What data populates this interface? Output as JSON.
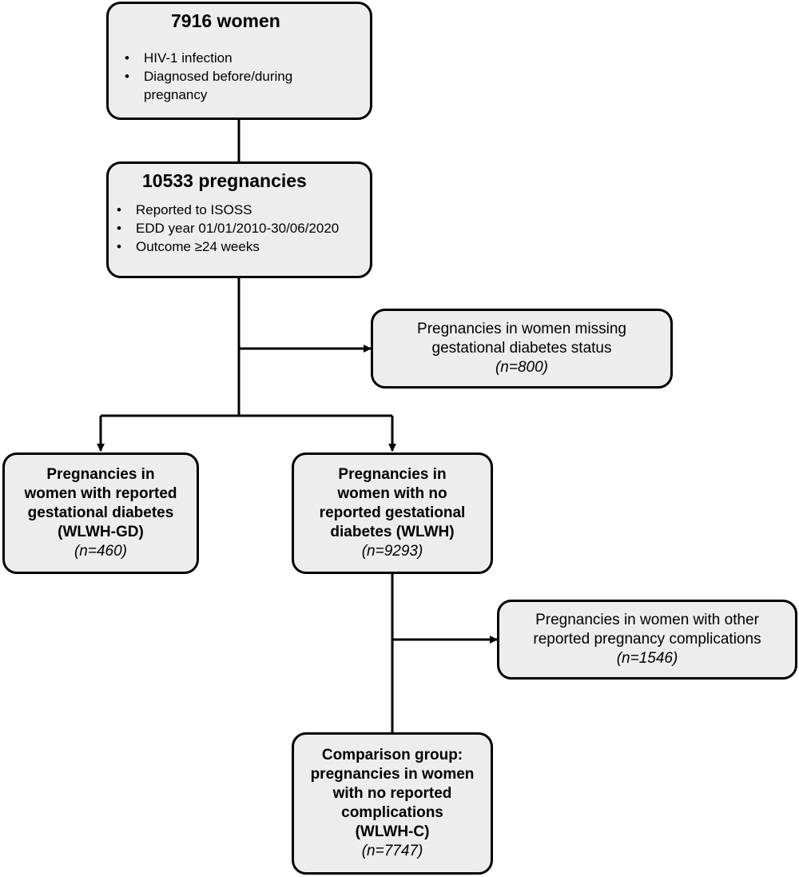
{
  "boxes": {
    "women": {
      "title": "7916 women",
      "bullets": [
        "HIV-1 infection",
        "Diagnosed before/during pregnancy"
      ]
    },
    "pregnancies": {
      "title": "10533 pregnancies",
      "bullets": [
        "Reported to ISOSS",
        "EDD year 01/01/2010-30/06/2020",
        "Outcome ≥24 weeks"
      ]
    },
    "missing": {
      "line1": "Pregnancies in women missing",
      "line2": "gestational diabetes status",
      "n": "(n=800)"
    },
    "gd": {
      "line1": "Pregnancies in",
      "line2": "women with reported",
      "line3": "gestational diabetes",
      "line4": "(WLWH-GD)",
      "n": "(n=460)"
    },
    "nogd": {
      "line1": "Pregnancies in",
      "line2": "women with no",
      "line3": "reported gestational",
      "line4": "diabetes (WLWH)",
      "n": "(n=9293)"
    },
    "other": {
      "line1": "Pregnancies in women with other",
      "line2": "reported pregnancy complications",
      "n": "(n=1546)"
    },
    "comparison": {
      "line1": "Comparison group:",
      "line2": "pregnancies in women",
      "line3": "with no reported",
      "line4": "complications",
      "line5": "(WLWH-C)",
      "n": "(n=7747)"
    }
  }
}
